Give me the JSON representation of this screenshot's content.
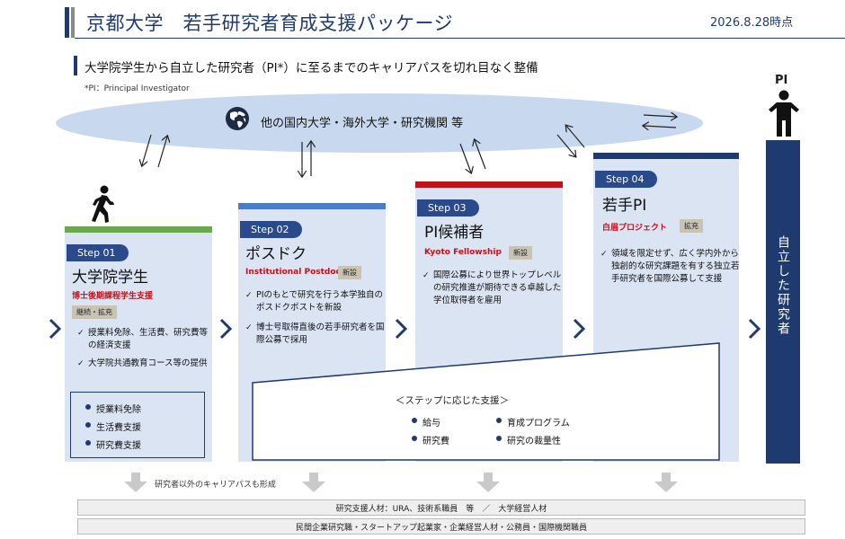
{
  "header": {
    "title": "京都大学　若手研究者育成支援パッケージ",
    "date": "2026.8.28時点",
    "subtitle": "大学院学生から自立した研究者（PI*）に至るまでのキャリアパスを切れ目なく整備",
    "footnote": "*PI：Principal Investigator"
  },
  "ellipse_text": "他の国内大学・海外大学・研究機関 等",
  "pi": {
    "label": "PI",
    "bar_text": "自立した研究者"
  },
  "steps": [
    {
      "badge": "Step 01",
      "title": "大学院学生",
      "program": "博士後期課程学生支援",
      "tag": "継続・拡充",
      "bullets": [
        "授業料免除、生活費、研究費等の経済支援",
        "大学院共通教育コース等の提供"
      ],
      "color": "#6aa84f"
    },
    {
      "badge": "Step 02",
      "title": "ポスドク",
      "program": "Institutional Postdoc",
      "tag": "新設",
      "bullets": [
        "PIのもとで研究を行う本学独自のポスドクポストを新設",
        "博士号取得直後の若手研究者を国際公募で採用"
      ],
      "color": "#4a7cc9"
    },
    {
      "badge": "Step 03",
      "title": "PI候補者",
      "program": "Kyoto Fellowship",
      "tag": "新設",
      "bullets": [
        "国際公募により世界トップレベルの研究推進が期待できる卓越した学位取得者を雇用"
      ],
      "color": "#c0121b"
    },
    {
      "badge": "Step 04",
      "title": "若手PI",
      "program": "白眉プロジェクト",
      "tag": "拡充",
      "bullets": [
        "領域を限定せず、広く学内外から独創的な研究課題を有する独立若手研究者を国際公募して支援"
      ],
      "color": "#1f3a6e"
    }
  ],
  "step1_support": [
    "授業料免除",
    "生活費支援",
    "研究費支援"
  ],
  "step_support": {
    "title": "＜ステップに応じた支援＞",
    "items": [
      "給与",
      "育成プログラム",
      "研究費",
      "研究の裁量性"
    ]
  },
  "bottom": {
    "note": "研究者以外のキャリアパスも形成",
    "band1": "研究支援人材：URA、技術系職員　等　／　大学経営人材",
    "band2": "民間企業研究職・スタートアップ起業家・企業経営人材・公務員・国際機関職員"
  }
}
